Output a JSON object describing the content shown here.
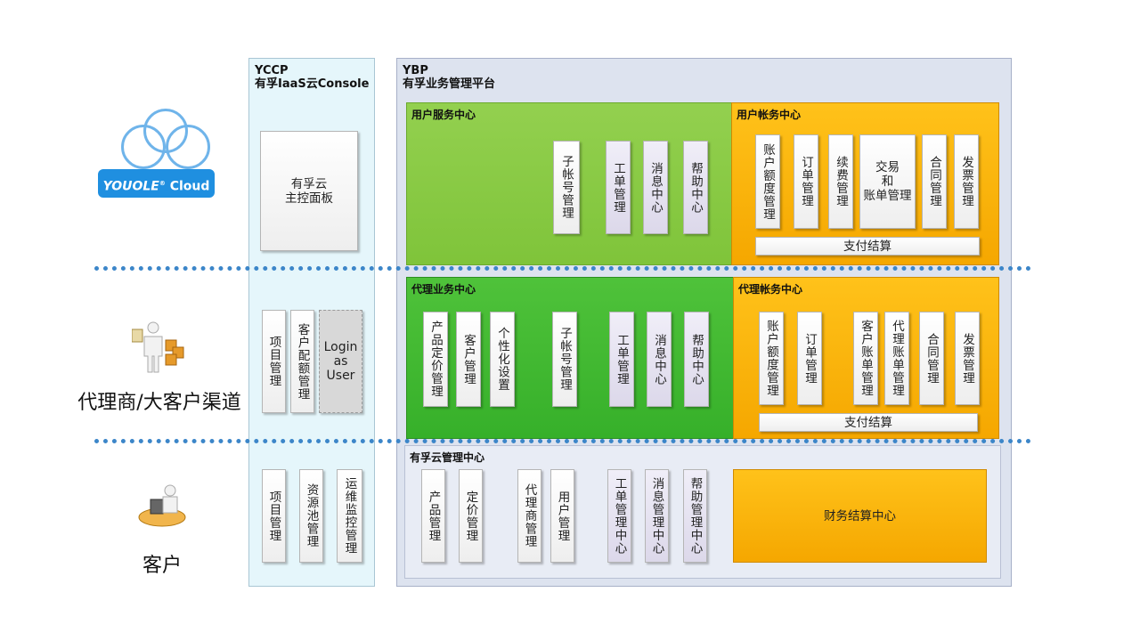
{
  "logo": {
    "text": "YOUOLE",
    "suffix": "Cloud",
    "reg": "®"
  },
  "left_labels": {
    "agent": "代理商/大客户渠道",
    "customer": "客户"
  },
  "yccp": {
    "title_line1": "YCCP",
    "title_line2": "有孚IaaS云Console",
    "dashboard": "有孚云\n主控面板",
    "agent_items": [
      "项目管理",
      "客户配额管理"
    ],
    "login_as_user": "Login\nas\nUser",
    "customer_items": [
      "项目管理",
      "资源池管理",
      "运维监控管理"
    ]
  },
  "ybp": {
    "title_line1": "YBP",
    "title_line2": "有孚业务管理平台",
    "user_service": {
      "title": "用户服务中心",
      "items": [
        "子帐号管理",
        "工单管理",
        "消息中心",
        "帮助中心"
      ]
    },
    "user_account": {
      "title": "用户帐务中心",
      "items": [
        "账户额度管理",
        "订单管理",
        "续费管理",
        "交易\n和\n账单管理",
        "合同管理",
        "发票管理"
      ],
      "payment": "支付结算"
    },
    "agent_service": {
      "title": "代理业务中心",
      "items": [
        "产品定价管理",
        "客户管理",
        "个性化设置",
        "子帐号管理",
        "工单管理",
        "消息中心",
        "帮助中心"
      ]
    },
    "agent_account": {
      "title": "代理帐务中心",
      "items": [
        "账户额度管理",
        "订单管理",
        "客户账单管理",
        "代理账单管理",
        "合同管理",
        "发票管理"
      ],
      "payment": "支付结算"
    },
    "mgmt": {
      "title": "有孚云管理中心",
      "items": [
        "产品管理",
        "定价管理",
        "代理商管理",
        "用户管理",
        "工单管理中心",
        "消息管理中心",
        "帮助管理中心"
      ],
      "finance": "财务结算中心"
    }
  },
  "colors": {
    "light_green": "#8ccb45",
    "green": "#3fb832",
    "orange": "#f9b50a",
    "dotted_line": "#3c86c9",
    "logo_blue": "#1f8fe0"
  }
}
